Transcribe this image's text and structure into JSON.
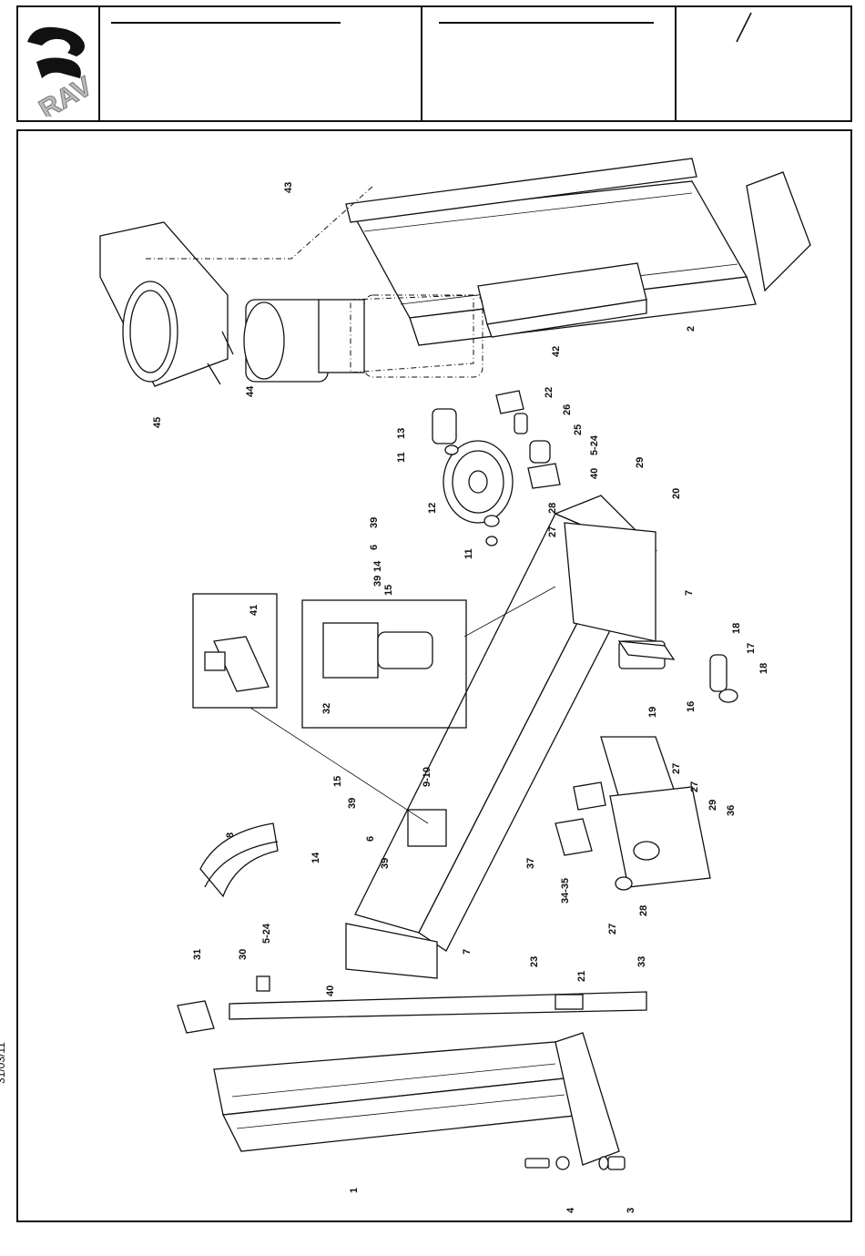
{
  "header": {
    "brand": "RAV",
    "revision_slash": "/"
  },
  "date": "31/03/11",
  "part_labels": [
    "43",
    "2",
    "42",
    "45",
    "44",
    "22",
    "26",
    "25",
    "5-24",
    "13",
    "11",
    "12",
    "39",
    "6",
    "40",
    "28",
    "29",
    "27",
    "14",
    "39",
    "15",
    "11",
    "20",
    "7",
    "41",
    "32",
    "18",
    "17",
    "18",
    "19",
    "16",
    "9-10",
    "15",
    "39",
    "8",
    "6",
    "14",
    "39",
    "5-24",
    "27",
    "27",
    "29",
    "36",
    "37",
    "34-35",
    "28",
    "27",
    "31",
    "30",
    "40",
    "7",
    "23",
    "21",
    "33",
    "1",
    "4",
    "3"
  ]
}
